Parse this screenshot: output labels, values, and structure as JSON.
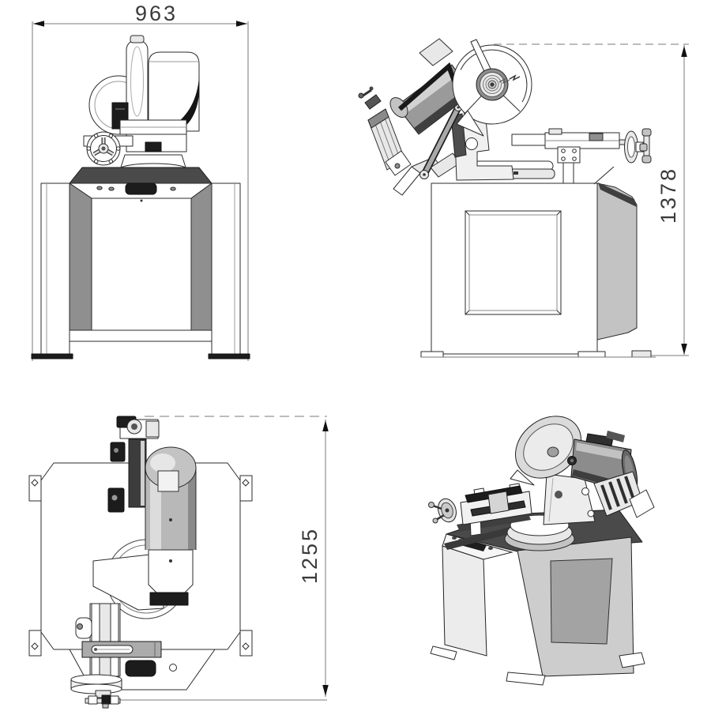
{
  "drawing": {
    "background": "#ffffff",
    "line_color": "#2b2b2b",
    "dim_line_color": "#7a7a7a",
    "dim_text_color": "#3a3a3a",
    "dark_fill": "#4a4a4a",
    "mid_gray": "#c3c3c3",
    "light_gray": "#e8e8e8"
  },
  "dimensions": {
    "front_width": "963",
    "side_height": "1378",
    "top_depth": "1255"
  }
}
